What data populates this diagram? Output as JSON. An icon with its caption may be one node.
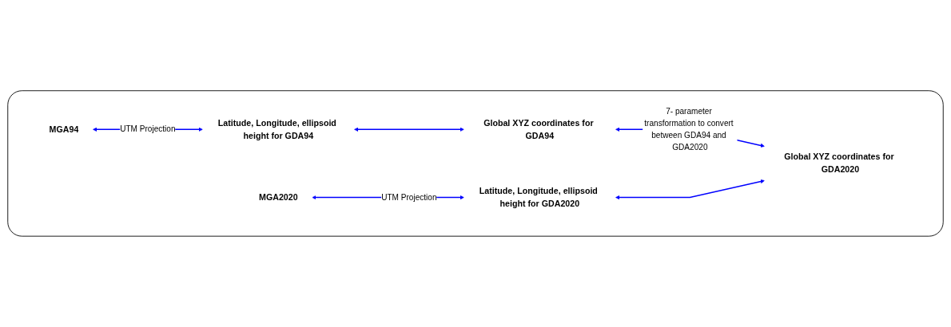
{
  "diagram": {
    "nodes": [
      {
        "text": [],
        "shape": "box"
      },
      {
        "text": [
          "MGA94"
        ],
        "in": 0
      },
      {
        "text": [
          "Latitude, Longitude, ellipsoid height for GDA94"
        ],
        "in": 0
      },
      {
        "text": [
          "Global XYZ coordinates for GDA94"
        ],
        "in": 0
      },
      {
        "text": [
          "MGA2020"
        ],
        "in": 0
      },
      {
        "text": [
          "Latitude, Longitude, ellipsoid height for GDA2020"
        ],
        "in": 0
      },
      {
        "text": [
          "Global XYZ coordinates for GDA2020"
        ],
        "in": 0
      }
    ],
    "edges": [
      {
        "from": 1,
        "to": 2,
        "arrow": "both",
        "label": "UTM Projection"
      },
      {
        "from": 2,
        "to": 3,
        "arrow": "both"
      },
      {
        "from": 3,
        "to": 6,
        "arrow": "both",
        "label": "7- parameter transformation to convert between GDA94 and GDA2020"
      },
      {
        "from": 4,
        "to": 5,
        "arrow": "both",
        "label": "UTM Projection"
      },
      {
        "from": 5,
        "to": 6,
        "arrow": "both"
      }
    ]
  }
}
